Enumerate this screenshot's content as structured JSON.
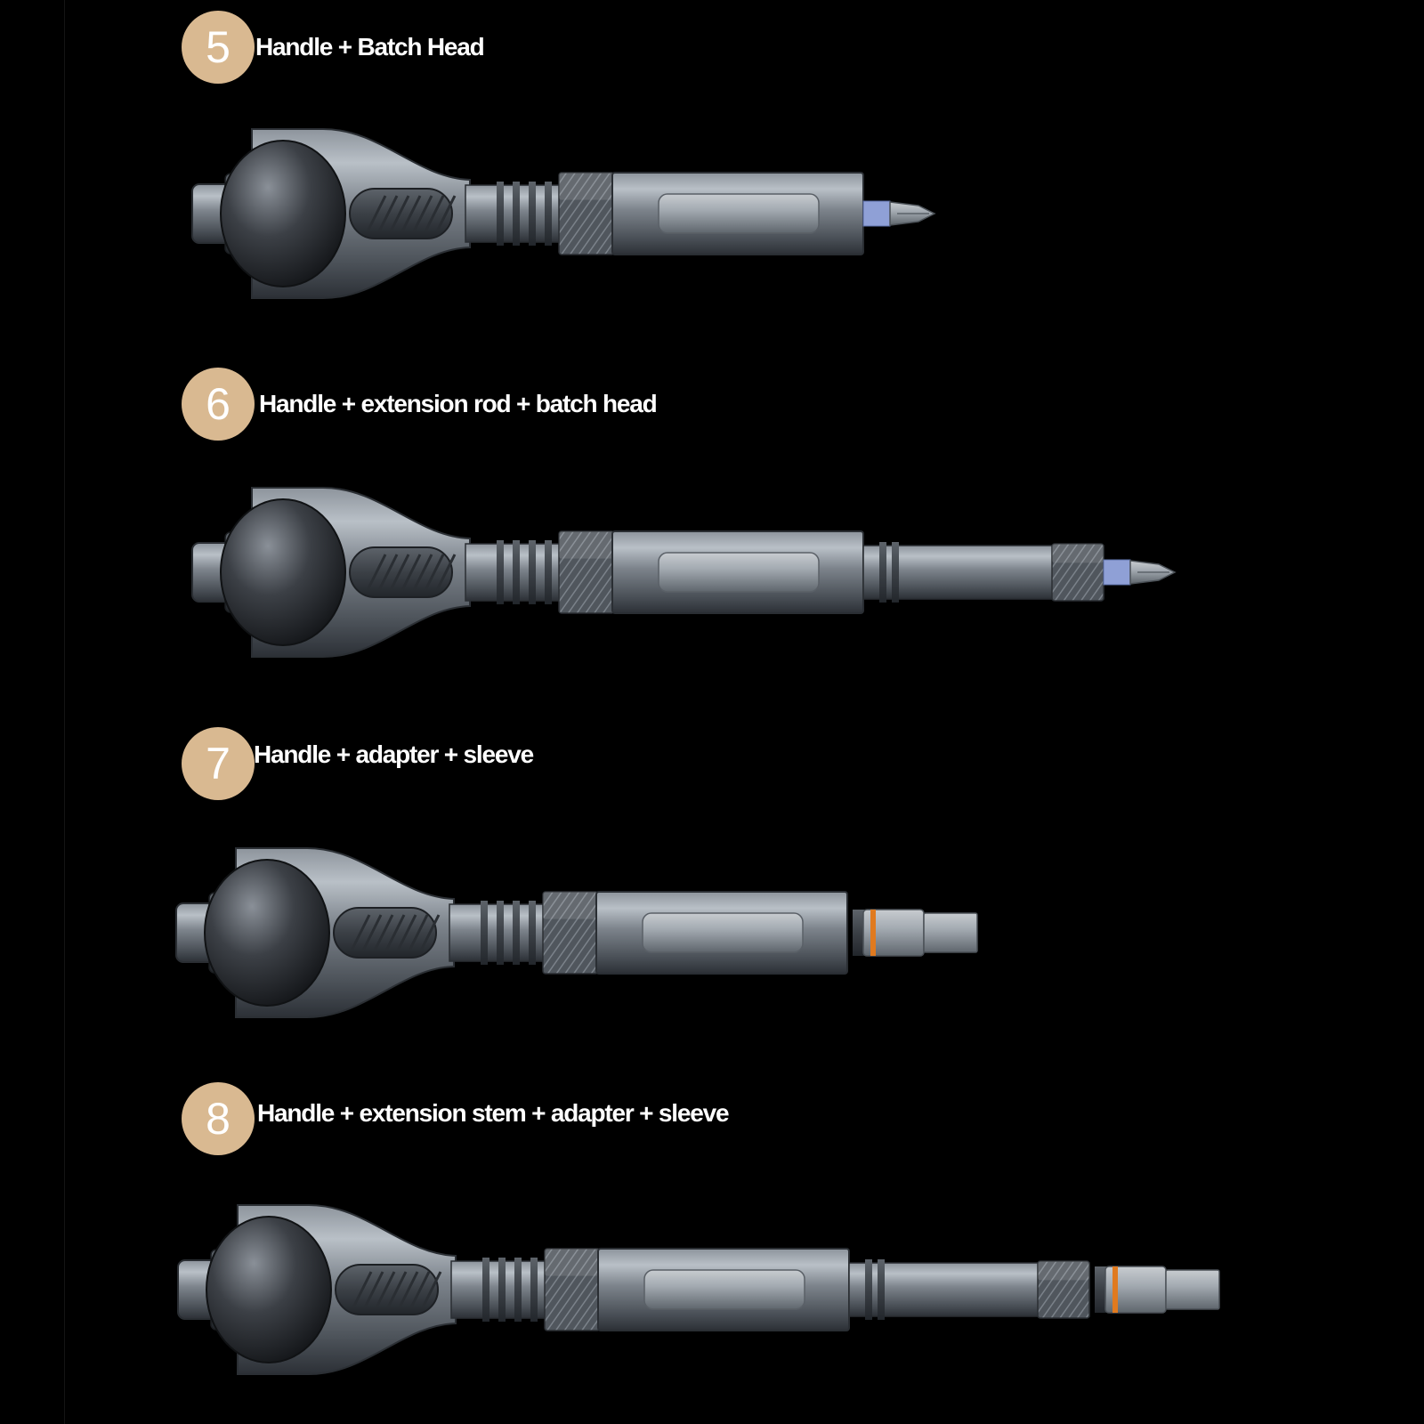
{
  "configurations": [
    {
      "number": "5",
      "title": "Handle + Batch Head",
      "attachments": [
        "bit"
      ]
    },
    {
      "number": "6",
      "title": "Handle + extension rod + batch head",
      "attachments": [
        "extension",
        "bit"
      ]
    },
    {
      "number": "7",
      "title": "Handle + adapter + sleeve",
      "attachments": [
        "socket"
      ]
    },
    {
      "number": "8",
      "title": "Handle + extension stem + adapter + sleeve",
      "attachments": [
        "extension",
        "socket"
      ]
    }
  ],
  "colors": {
    "badge": "#d9b991",
    "background": "#000000",
    "bit_collar": "#8fa0d6",
    "socket_ring": "#e07a1f"
  }
}
